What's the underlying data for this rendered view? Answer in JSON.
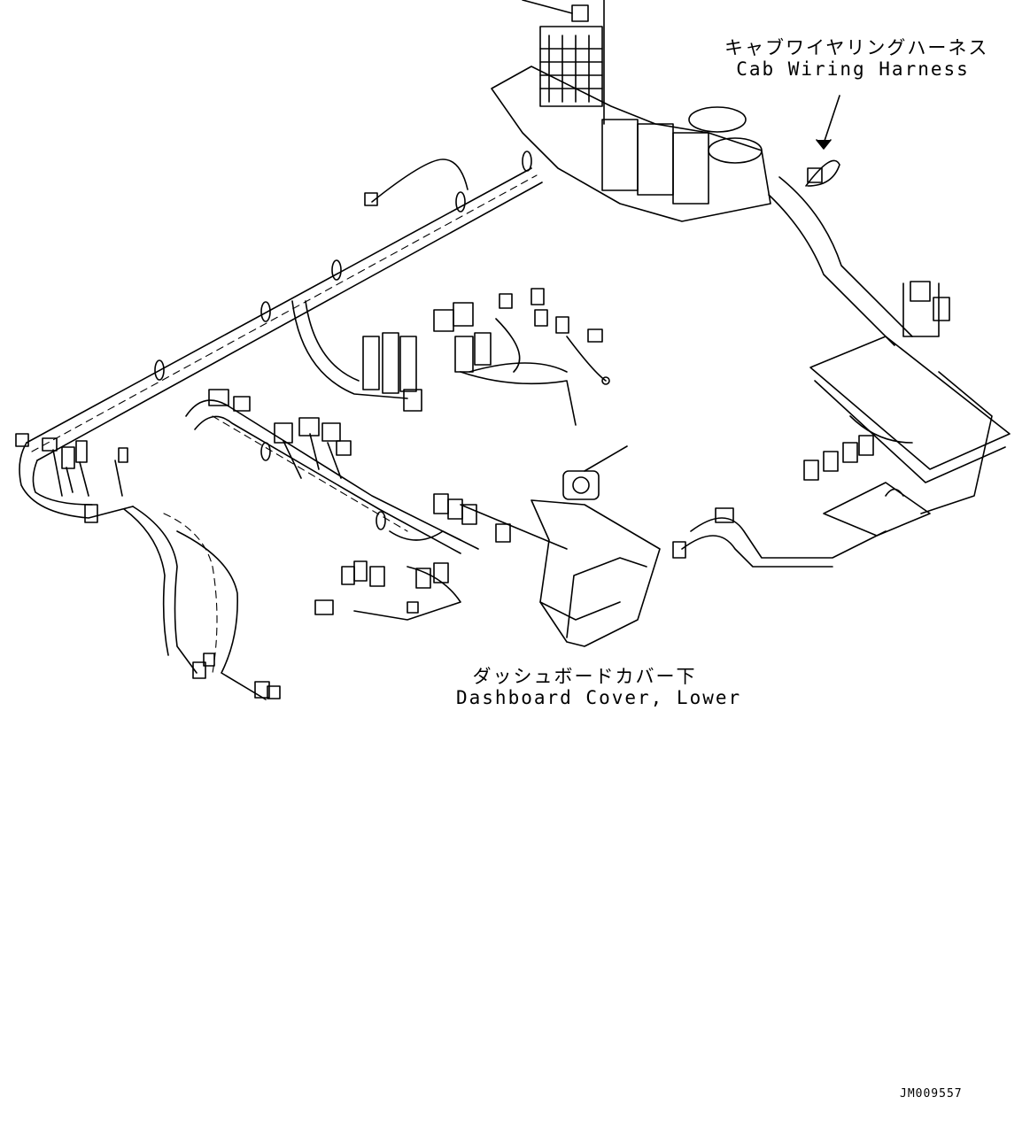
{
  "callouts": {
    "cab_wiring_harness": {
      "jp": "キャブワイヤリングハーネス",
      "en": "Cab Wiring Harness"
    },
    "dashboard_cover_lower": {
      "jp": "ダッシュボードカバー下",
      "en": "Dashboard Cover, Lower"
    }
  },
  "drawing_number": "JM009557"
}
